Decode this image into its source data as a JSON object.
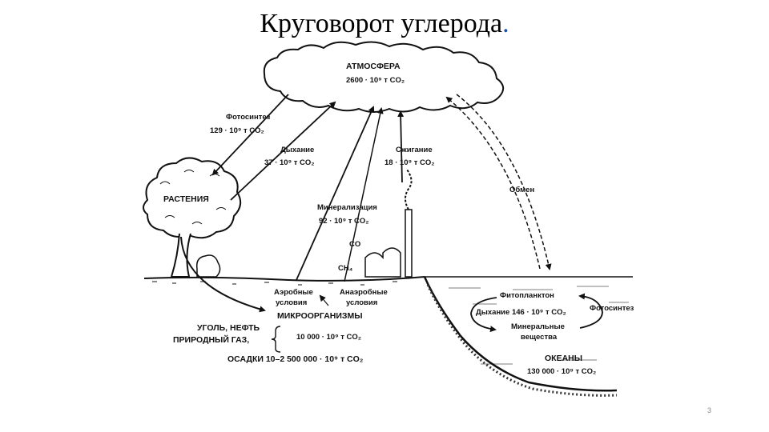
{
  "title": "Круговорот углерода",
  "title_dot": ".",
  "page_number": "3",
  "labels": {
    "atmosphere": "АТМОСФЕРА",
    "atmosphere_amount": "2600 · 10⁹ т CO₂",
    "photosynthesis": "Фотосинтез",
    "photosynthesis_amount": "129 · 10⁹ т CO₂",
    "respiration": "Дыхание",
    "respiration_amount": "37 · 10⁹ т CO₂",
    "combustion": "Сжигание",
    "combustion_amount": "18 · 10⁹ т CO₂",
    "exchange": "Обмен",
    "plants": "РАСТЕНИЯ",
    "mineralization": "Минерализация",
    "mineralization_amount": "92 · 10⁹ т CO₂",
    "co": "CO",
    "ch4": "CH₄",
    "aerobic_1": "Аэробные",
    "aerobic_2": "условия",
    "anaerobic_1": "Анаэробные",
    "anaerobic_2": "условия",
    "microorganisms": "МИКРООРГАНИЗМЫ",
    "coal_1": "УГОЛЬ, НЕФТЬ",
    "coal_2": "ПРИРОДНЫЙ ГАЗ,",
    "coal_amount": "10 000 · 10⁹ т CO₂",
    "sediments": "ОСАДКИ  10–2 500 000 · 10⁹ т CO₂",
    "phytoplankton": "Фитопланктон",
    "ocean_respiration": "Дыхание  146 · 10⁹ т CO₂",
    "ocean_photosynthesis": "Фотосинтез",
    "minerals_1": "Минеральные",
    "minerals_2": "вещества",
    "oceans": "ОКЕАНЫ",
    "oceans_amount": "130 000 · 10⁹ т CO₂"
  }
}
